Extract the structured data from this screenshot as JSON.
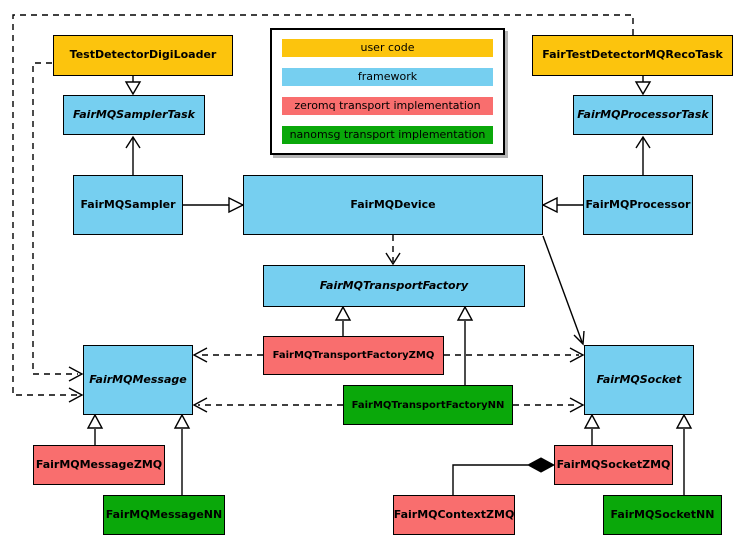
{
  "diagram": {
    "colors": {
      "user-code": "#fcc40d",
      "framework": "#76cff0",
      "zeromq": "#f96e6e",
      "nanomsg": "#0aa80a"
    },
    "legend": {
      "items": [
        {
          "label": "user code",
          "color": "#fcc40d"
        },
        {
          "label": "framework",
          "color": "#76cff0"
        },
        {
          "label": "zeromq transport implementation",
          "color": "#f96e6e"
        },
        {
          "label": "nanomsg transport implementation",
          "color": "#0aa80a"
        }
      ]
    },
    "nodes": {
      "test_detector_digi_loader": {
        "label": "TestDetectorDigiLoader",
        "category": "user code"
      },
      "fair_test_detector_mq_reco_task": {
        "label": "FairTestDetectorMQRecoTask",
        "category": "user code"
      },
      "fair_mq_sampler_task": {
        "label": "FairMQSamplerTask",
        "category": "framework",
        "abstract": true
      },
      "fair_mq_processor_task": {
        "label": "FairMQProcessorTask",
        "category": "framework",
        "abstract": true
      },
      "fair_mq_sampler": {
        "label": "FairMQSampler",
        "category": "framework"
      },
      "fair_mq_device": {
        "label": "FairMQDevice",
        "category": "framework"
      },
      "fair_mq_processor": {
        "label": "FairMQProcessor",
        "category": "framework"
      },
      "fair_mq_transport_factory": {
        "label": "FairMQTransportFactory",
        "category": "framework",
        "abstract": true
      },
      "fair_mq_transport_factory_zmq": {
        "label": "FairMQTransportFactoryZMQ",
        "category": "zeromq"
      },
      "fair_mq_transport_factory_nn": {
        "label": "FairMQTransportFactoryNN",
        "category": "nanomsg"
      },
      "fair_mq_message": {
        "label": "FairMQMessage",
        "category": "framework",
        "abstract": true
      },
      "fair_mq_socket": {
        "label": "FairMQSocket",
        "category": "framework",
        "abstract": true
      },
      "fair_mq_message_zmq": {
        "label": "FairMQMessageZMQ",
        "category": "zeromq"
      },
      "fair_mq_message_nn": {
        "label": "FairMQMessageNN",
        "category": "nanomsg"
      },
      "fair_mq_context_zmq": {
        "label": "FairMQContextZMQ",
        "category": "zeromq"
      },
      "fair_mq_socket_zmq": {
        "label": "FairMQSocketZMQ",
        "category": "zeromq"
      },
      "fair_mq_socket_nn": {
        "label": "FairMQSocketNN",
        "category": "nanomsg"
      }
    },
    "edges": [
      {
        "from": "TestDetectorDigiLoader",
        "to": "FairMQSamplerTask",
        "line": "solid",
        "head": "hollow-triangle"
      },
      {
        "from": "FairMQSampler",
        "to": "FairMQSamplerTask",
        "line": "solid",
        "head": "open-arrow"
      },
      {
        "from": "FairTestDetectorMQRecoTask",
        "to": "FairMQProcessorTask",
        "line": "solid",
        "head": "hollow-triangle"
      },
      {
        "from": "FairMQProcessor",
        "to": "FairMQProcessorTask",
        "line": "solid",
        "head": "open-arrow"
      },
      {
        "from": "FairMQSampler",
        "to": "FairMQDevice",
        "line": "solid",
        "head": "hollow-triangle"
      },
      {
        "from": "FairMQProcessor",
        "to": "FairMQDevice",
        "line": "solid",
        "head": "hollow-triangle"
      },
      {
        "from": "FairMQDevice",
        "to": "FairMQTransportFactory",
        "line": "dashed",
        "head": "open-arrow"
      },
      {
        "from": "FairMQDevice",
        "to": "FairMQSocket",
        "line": "solid",
        "head": "open-arrow"
      },
      {
        "from": "FairMQTransportFactoryZMQ",
        "to": "FairMQTransportFactory",
        "line": "solid",
        "head": "hollow-triangle"
      },
      {
        "from": "FairMQTransportFactoryNN",
        "to": "FairMQTransportFactory",
        "line": "solid",
        "head": "hollow-triangle"
      },
      {
        "from": "FairMQTransportFactoryZMQ",
        "to": "FairMQMessage",
        "line": "dashed",
        "head": "open-arrow"
      },
      {
        "from": "FairMQTransportFactoryZMQ",
        "to": "FairMQSocket",
        "line": "dashed",
        "head": "open-arrow"
      },
      {
        "from": "FairMQTransportFactoryNN",
        "to": "FairMQMessage",
        "line": "dashed",
        "head": "open-arrow"
      },
      {
        "from": "FairMQTransportFactoryNN",
        "to": "FairMQSocket",
        "line": "dashed",
        "head": "open-arrow"
      },
      {
        "from": "TestDetectorDigiLoader",
        "to": "FairMQMessage",
        "line": "dashed",
        "head": "open-arrow"
      },
      {
        "from": "FairTestDetectorMQRecoTask",
        "to": "FairMQMessage",
        "line": "dashed",
        "head": "open-arrow"
      },
      {
        "from": "FairMQMessageZMQ",
        "to": "FairMQMessage",
        "line": "solid",
        "head": "hollow-triangle"
      },
      {
        "from": "FairMQMessageNN",
        "to": "FairMQMessage",
        "line": "solid",
        "head": "hollow-triangle"
      },
      {
        "from": "FairMQSocketZMQ",
        "to": "FairMQSocket",
        "line": "solid",
        "head": "hollow-triangle"
      },
      {
        "from": "FairMQSocketNN",
        "to": "FairMQSocket",
        "line": "solid",
        "head": "hollow-triangle"
      },
      {
        "from": "FairMQContextZMQ",
        "to": "FairMQSocketZMQ",
        "line": "solid",
        "head": "filled-diamond"
      }
    ]
  }
}
